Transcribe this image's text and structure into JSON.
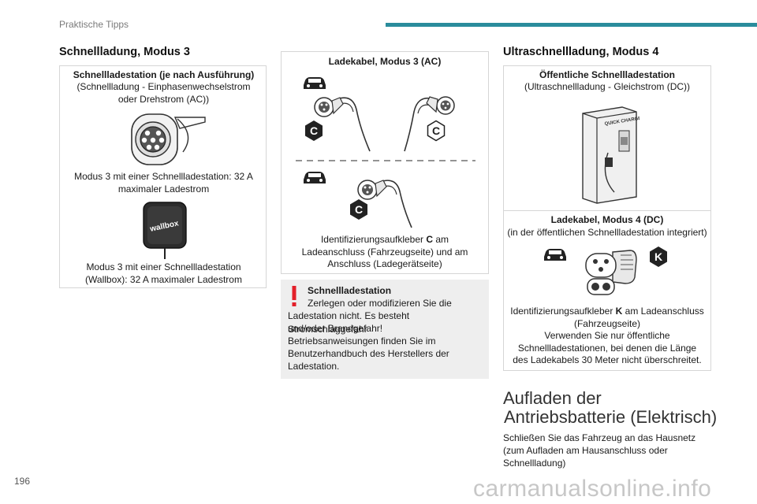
{
  "header": {
    "section_label": "Praktische Tipps"
  },
  "page_number": "196",
  "watermark": "carmanualsonline.info",
  "col1": {
    "heading": "Schnellladung, Modus 3",
    "box": {
      "title": "Schnellladestation (je nach Ausführung)",
      "subtitle": "(Schnellladung - Einphasenwechselstrom oder Drehstrom (AC))",
      "caption1": "Modus 3 mit einer Schnellladestation: 32 A maximaler Ladestrom",
      "wallbox_logo": "wallbox",
      "caption2": "Modus 3 mit einer Schnellladestation (Wallbox): 32 A maximaler Ladestrom"
    }
  },
  "col2": {
    "box": {
      "title": "Ladekabel, Modus 3 (AC)",
      "label_c": "C",
      "caption_pre": "Identifizierungsaufkleber ",
      "caption_bold": "C",
      "caption_post": " am Ladeanschluss (Fahrzeugseite) und am Anschluss (Ladegerätseite)"
    },
    "warning": {
      "icon": "!",
      "title": "Schnellladestation",
      "lines": [
        "Zerlegen oder modifizieren Sie die",
        "Ladestation nicht. Es besteht Stromschlaggefahr",
        "und/oder Brandgefahr!",
        "Betriebsanweisungen finden Sie im",
        "Benutzerhandbuch des Herstellers der",
        "Ladestation."
      ]
    }
  },
  "col3": {
    "heading": "Ultraschnellladung, Modus 4",
    "box": {
      "title": "Öffentliche Schnellladestation",
      "subtitle": "(Ultraschnellladung - Gleichstrom (DC))",
      "charger_label": "QUICK CHARGER",
      "title2": "Ladekabel, Modus 4 (DC)",
      "subtitle2": "(in der öffentlichen Schnellladestation integriert)",
      "label_k": "K",
      "caption_pre": "Identifizierungsaufkleber ",
      "caption_bold": "K",
      "caption_post": " am Ladeanschluss (Fahrzeugseite)",
      "caption_line2": "Verwenden Sie nur öffentliche Schnellladestationen, bei denen die Länge des Ladekabels 30 Meter nicht überschreitet."
    },
    "big_title_line1": "Aufladen der",
    "big_title_line2": "Antriebsbatterie (Elektrisch)",
    "body": "Schließen Sie das Fahrzeug an das Hausnetz (zum Aufladen am Hausanschluss oder Schnellladung)"
  },
  "colors": {
    "accent": "#2a8c9c",
    "warning_red": "#e3202a",
    "box_border": "#d6d6d6"
  }
}
